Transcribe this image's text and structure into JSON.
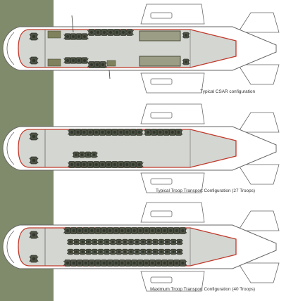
{
  "colors": {
    "band": "#7f8b6b",
    "cabin": "#d4d6d1",
    "outline": "#666666",
    "trim": "#c0392b",
    "seat": "#4e5345",
    "seat_dark": "#33382e",
    "litter": "#9c9d85",
    "litter_edge": "#4d4d3a",
    "equipment": "#80825e"
  },
  "configurations": [
    {
      "caption": "Typical CSAR configuration"
    },
    {
      "caption": "Typical Troop Transport Configuration (27 Troops)"
    },
    {
      "caption": "Maximum Troop Transport Configuration (40 Troops)"
    }
  ]
}
